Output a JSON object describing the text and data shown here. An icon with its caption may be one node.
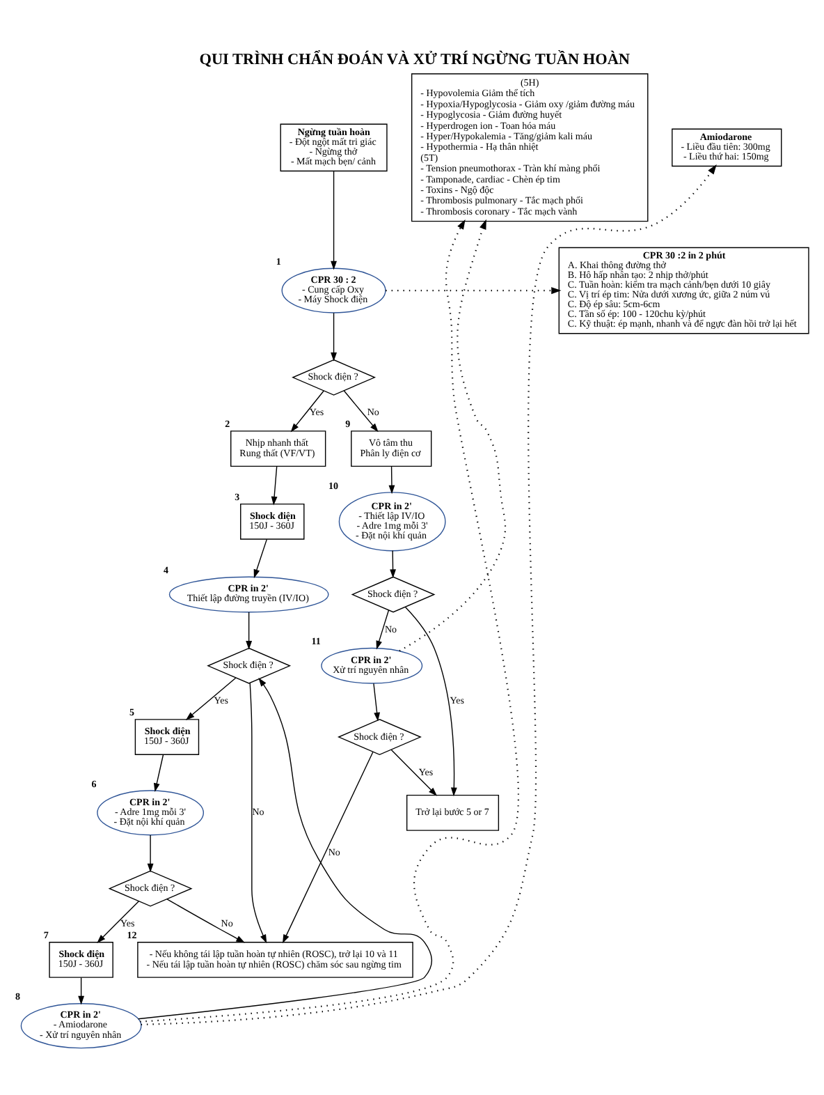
{
  "diagram": {
    "title": "QUI TRÌNH CHẨN ĐOÁN VÀ XỬ TRÍ NGỪNG TUẦN HOÀN",
    "nodes": [
      {
        "text": [
          "Ngừng tuần hoàn",
          "- Đột ngột mất tri giác",
          "- Ngừng thở",
          "- Mất mạch bẹn/ cảnh"
        ]
      },
      {
        "text": [
          "CPR 30 : 2",
          "- Cung cấp Oxy",
          "- Máy Shock điện"
        ],
        "beside": [
          "1"
        ]
      },
      {
        "text": [
          "CPR 30 :2 in 2 phút",
          "A. Khai thông đường thở",
          "B. Hô hấp nhân tạo: 2 nhịp thở/phút",
          "C. Tuần hoàn: kiểm tra mạch cảnh/bẹn dưới 10 giây",
          "C. Vị trí ép tim: Nửa dưới xương ức, giữa 2 núm vú",
          "C. Độ ép sâu: 5cm-6cm",
          "C. Tần số ép: 100 - 120chu kỳ/phút",
          "C. Kỹ thuật: ép mạnh, nhanh và để ngực đàn hồi trở lại hết"
        ]
      },
      {
        "text": [
          "Shock điện ?"
        ]
      },
      {
        "text": [
          "Nhịp nhanh thất",
          "Rung thất (VF/VT)"
        ],
        "beside": [
          "2"
        ]
      },
      {
        "text": [
          "Vô tâm thu",
          "Phân ly điện cơ"
        ],
        "beside": [
          "9"
        ]
      },
      {
        "text": [
          "Shock điện",
          "150J - 360J"
        ],
        "beside": [
          "3"
        ]
      },
      {
        "text": [
          "CPR in 2'",
          "Thiết lập đường truyền (IV/IO)"
        ],
        "beside": [
          "4"
        ]
      },
      {
        "text": [
          "Shock điện ?"
        ]
      },
      {
        "text": [
          "Shock điện",
          "150J - 360J"
        ],
        "beside": [
          "5"
        ]
      },
      {
        "text": [
          "CPR in 2'",
          "- Adre 1mg mỗi 3'",
          "- Đặt nội khí quản"
        ],
        "beside": [
          "6"
        ]
      },
      {
        "text": [
          "Shock điện ?"
        ]
      },
      {
        "text": [
          "Shock điện",
          "150J - 360J"
        ],
        "beside": [
          "7"
        ]
      },
      {
        "text": [
          "CPR in 2'",
          "- Amiodarone",
          "- Xử trí nguyên nhân"
        ],
        "beside": [
          "8"
        ]
      },
      {
        "text": [
          "CPR in 2'",
          "- Thiết lập IV/IO",
          "- Adre 1mg mỗi 3'",
          "- Đặt nội khí quản"
        ],
        "beside": [
          "10"
        ]
      },
      {
        "text": [
          "Shock điện ?"
        ]
      },
      {
        "text": [
          "CPR in 2'",
          "Xử trí nguyên nhân"
        ],
        "beside": [
          "11"
        ]
      },
      {
        "text": [
          "(5H)",
          "- Hypovolemia Giảm thể tích",
          "- Hypoxia/Hypoglycosia - Giảm oxy /giảm đường máu",
          "- Hypoglycosia - Giảm đường huyết",
          "- Hyperdrogen ion - Toan hóa máu",
          "- Hyper/Hypokalemia - Tăng/giảm kali máu",
          "- Hypothermia - Hạ thân nhiệt",
          "(5T)",
          "- Tension pneumothorax - Tràn khí màng phổi",
          "- Tamponade, cardiac - Chèn ép tim",
          "- Toxins - Ngộ độc",
          "- Thrombosis pulmonary - Tắc mạch phổi",
          "- Thrombosis coronary - Tắc mạch vành"
        ]
      },
      {
        "text": [
          "Shock điện ?"
        ]
      },
      {
        "text": [
          "- Nếu không tái lập tuần hoàn tự nhiên (ROSC), trở lại 10 và 11",
          "- Nếu tái lập tuần hoàn tự nhiên (ROSC) chăm sóc sau ngừng tim"
        ],
        "beside": [
          "12"
        ]
      },
      {
        "text": [
          "Trở lại bước 5 or 7"
        ]
      },
      {
        "text": [
          "Amiodarone",
          "- Liều đầu tiên: 300mg",
          "- Liều thứ hai: 150mg"
        ]
      }
    ],
    "edges": [
      {
        "from": 0,
        "to": 1,
        "arrow": "to"
      },
      {
        "from": 1,
        "to": 2,
        "arrow": "to",
        "style": "dashed"
      },
      {
        "from": 1,
        "to": 3,
        "arrow": "to"
      },
      {
        "from": 3,
        "to": 4,
        "arrow": "to",
        "label": "Yes"
      },
      {
        "from": 3,
        "to": 5,
        "arrow": "to",
        "label": "No"
      },
      {
        "from": 4,
        "to": 6,
        "arrow": "to"
      },
      {
        "from": 6,
        "to": 7,
        "arrow": "to"
      },
      {
        "from": 7,
        "to": 8,
        "arrow": "to"
      },
      {
        "from": 8,
        "to": 9,
        "arrow": "to",
        "label": "Yes"
      },
      {
        "from": 8,
        "to": 19,
        "arrow": "to",
        "label": "No"
      },
      {
        "from": 9,
        "to": 10,
        "arrow": "to"
      },
      {
        "from": 10,
        "to": 11,
        "arrow": "to"
      },
      {
        "from": 11,
        "to": 12,
        "arrow": "to",
        "label": "Yes"
      },
      {
        "from": 11,
        "to": 19,
        "arrow": "to",
        "label": "No"
      },
      {
        "from": 12,
        "to": 13,
        "arrow": "to"
      },
      {
        "from": 13,
        "to": 8,
        "arrow": "to"
      },
      {
        "from": 13,
        "to": 21,
        "arrow": "to",
        "style": "dashed"
      },
      {
        "from": 13,
        "to": 17,
        "arrow": "to",
        "style": "dashed"
      },
      {
        "from": 5,
        "to": 14,
        "arrow": "to"
      },
      {
        "from": 14,
        "to": 15,
        "arrow": "to"
      },
      {
        "from": 15,
        "to": 20,
        "arrow": "to",
        "label": "Yes"
      },
      {
        "from": 15,
        "to": 16,
        "arrow": "to",
        "label": "No"
      },
      {
        "from": 16,
        "to": 17,
        "arrow": "to",
        "style": "dashed"
      },
      {
        "from": 16,
        "to": 18,
        "arrow": "to"
      },
      {
        "from": 18,
        "to": 19,
        "arrow": "to",
        "label": "No"
      },
      {
        "from": 18,
        "to": 20,
        "arrow": "to",
        "label": "Yes"
      }
    ]
  }
}
